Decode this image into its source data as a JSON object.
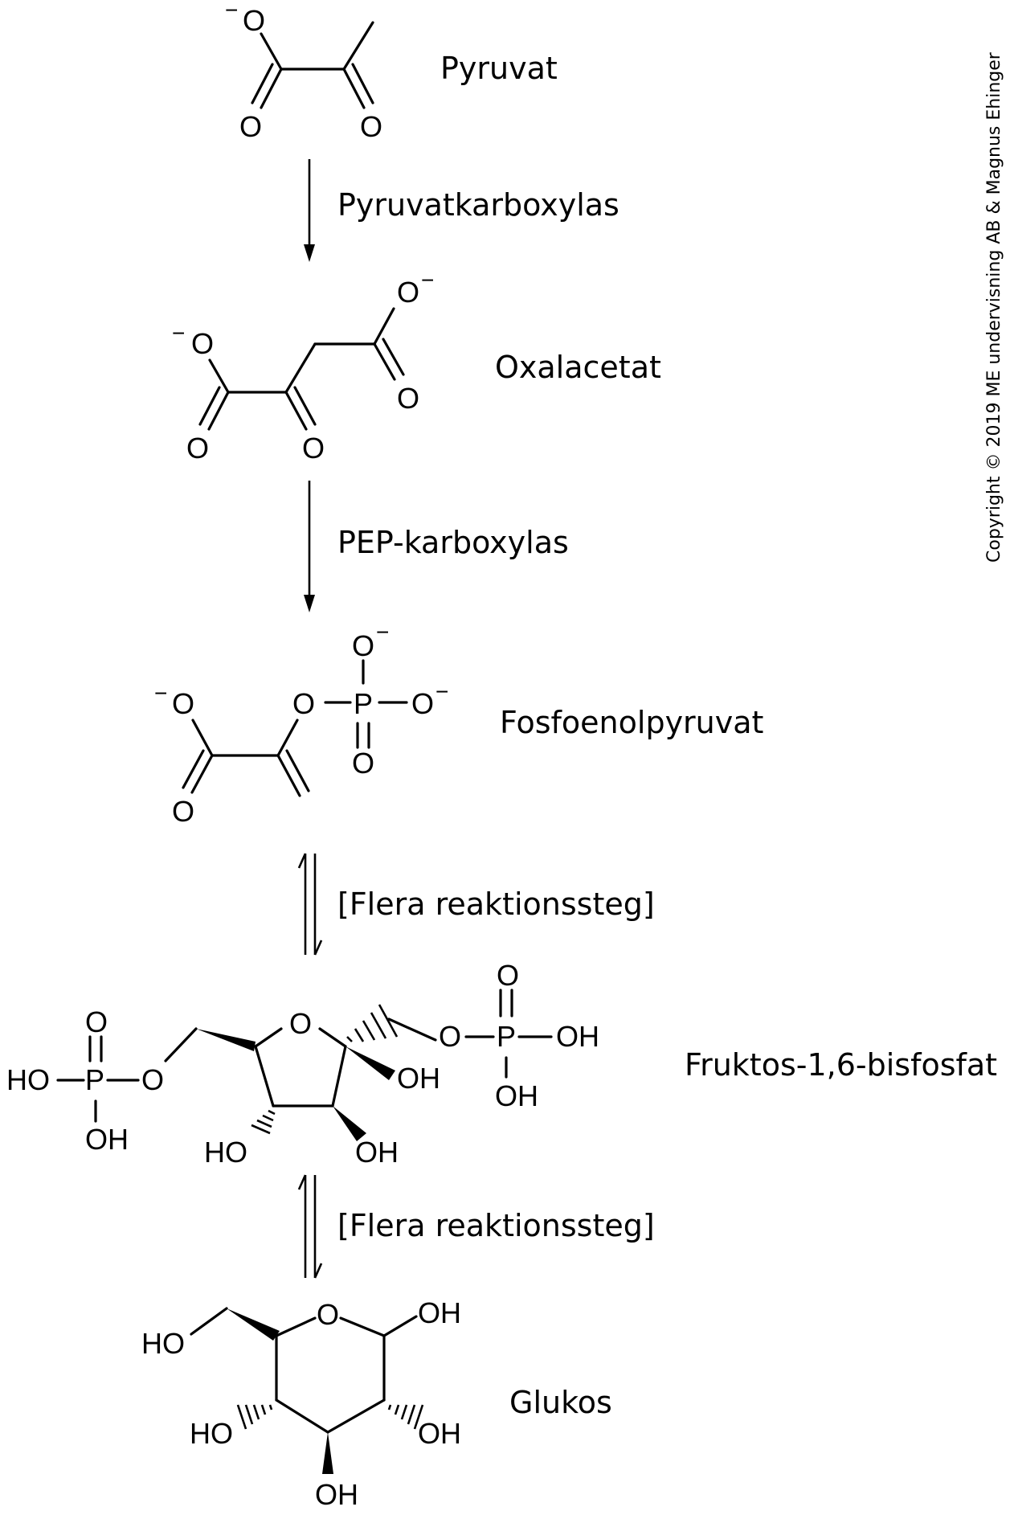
{
  "copyright": "Copyright © 2019 ME undervisning AB & Magnus Ehinger",
  "compounds": {
    "pyruvat": "Pyruvat",
    "oxalacetat": "Oxalacetat",
    "fosfoenolpyruvat": "Fosfoenolpyruvat",
    "fruktos": "Fruktos-1,6-bisfosfat",
    "glukos": "Glukos"
  },
  "steps": {
    "step1": "Pyruvatkarboxylas",
    "step2": "PEP-karboxylas",
    "step3": "[Flera reaktionssteg]",
    "step4": "[Flera reaktionssteg]"
  },
  "atoms": {
    "O": "O",
    "P": "P",
    "OH": "OH",
    "HO": "HO",
    "minus": "−"
  }
}
